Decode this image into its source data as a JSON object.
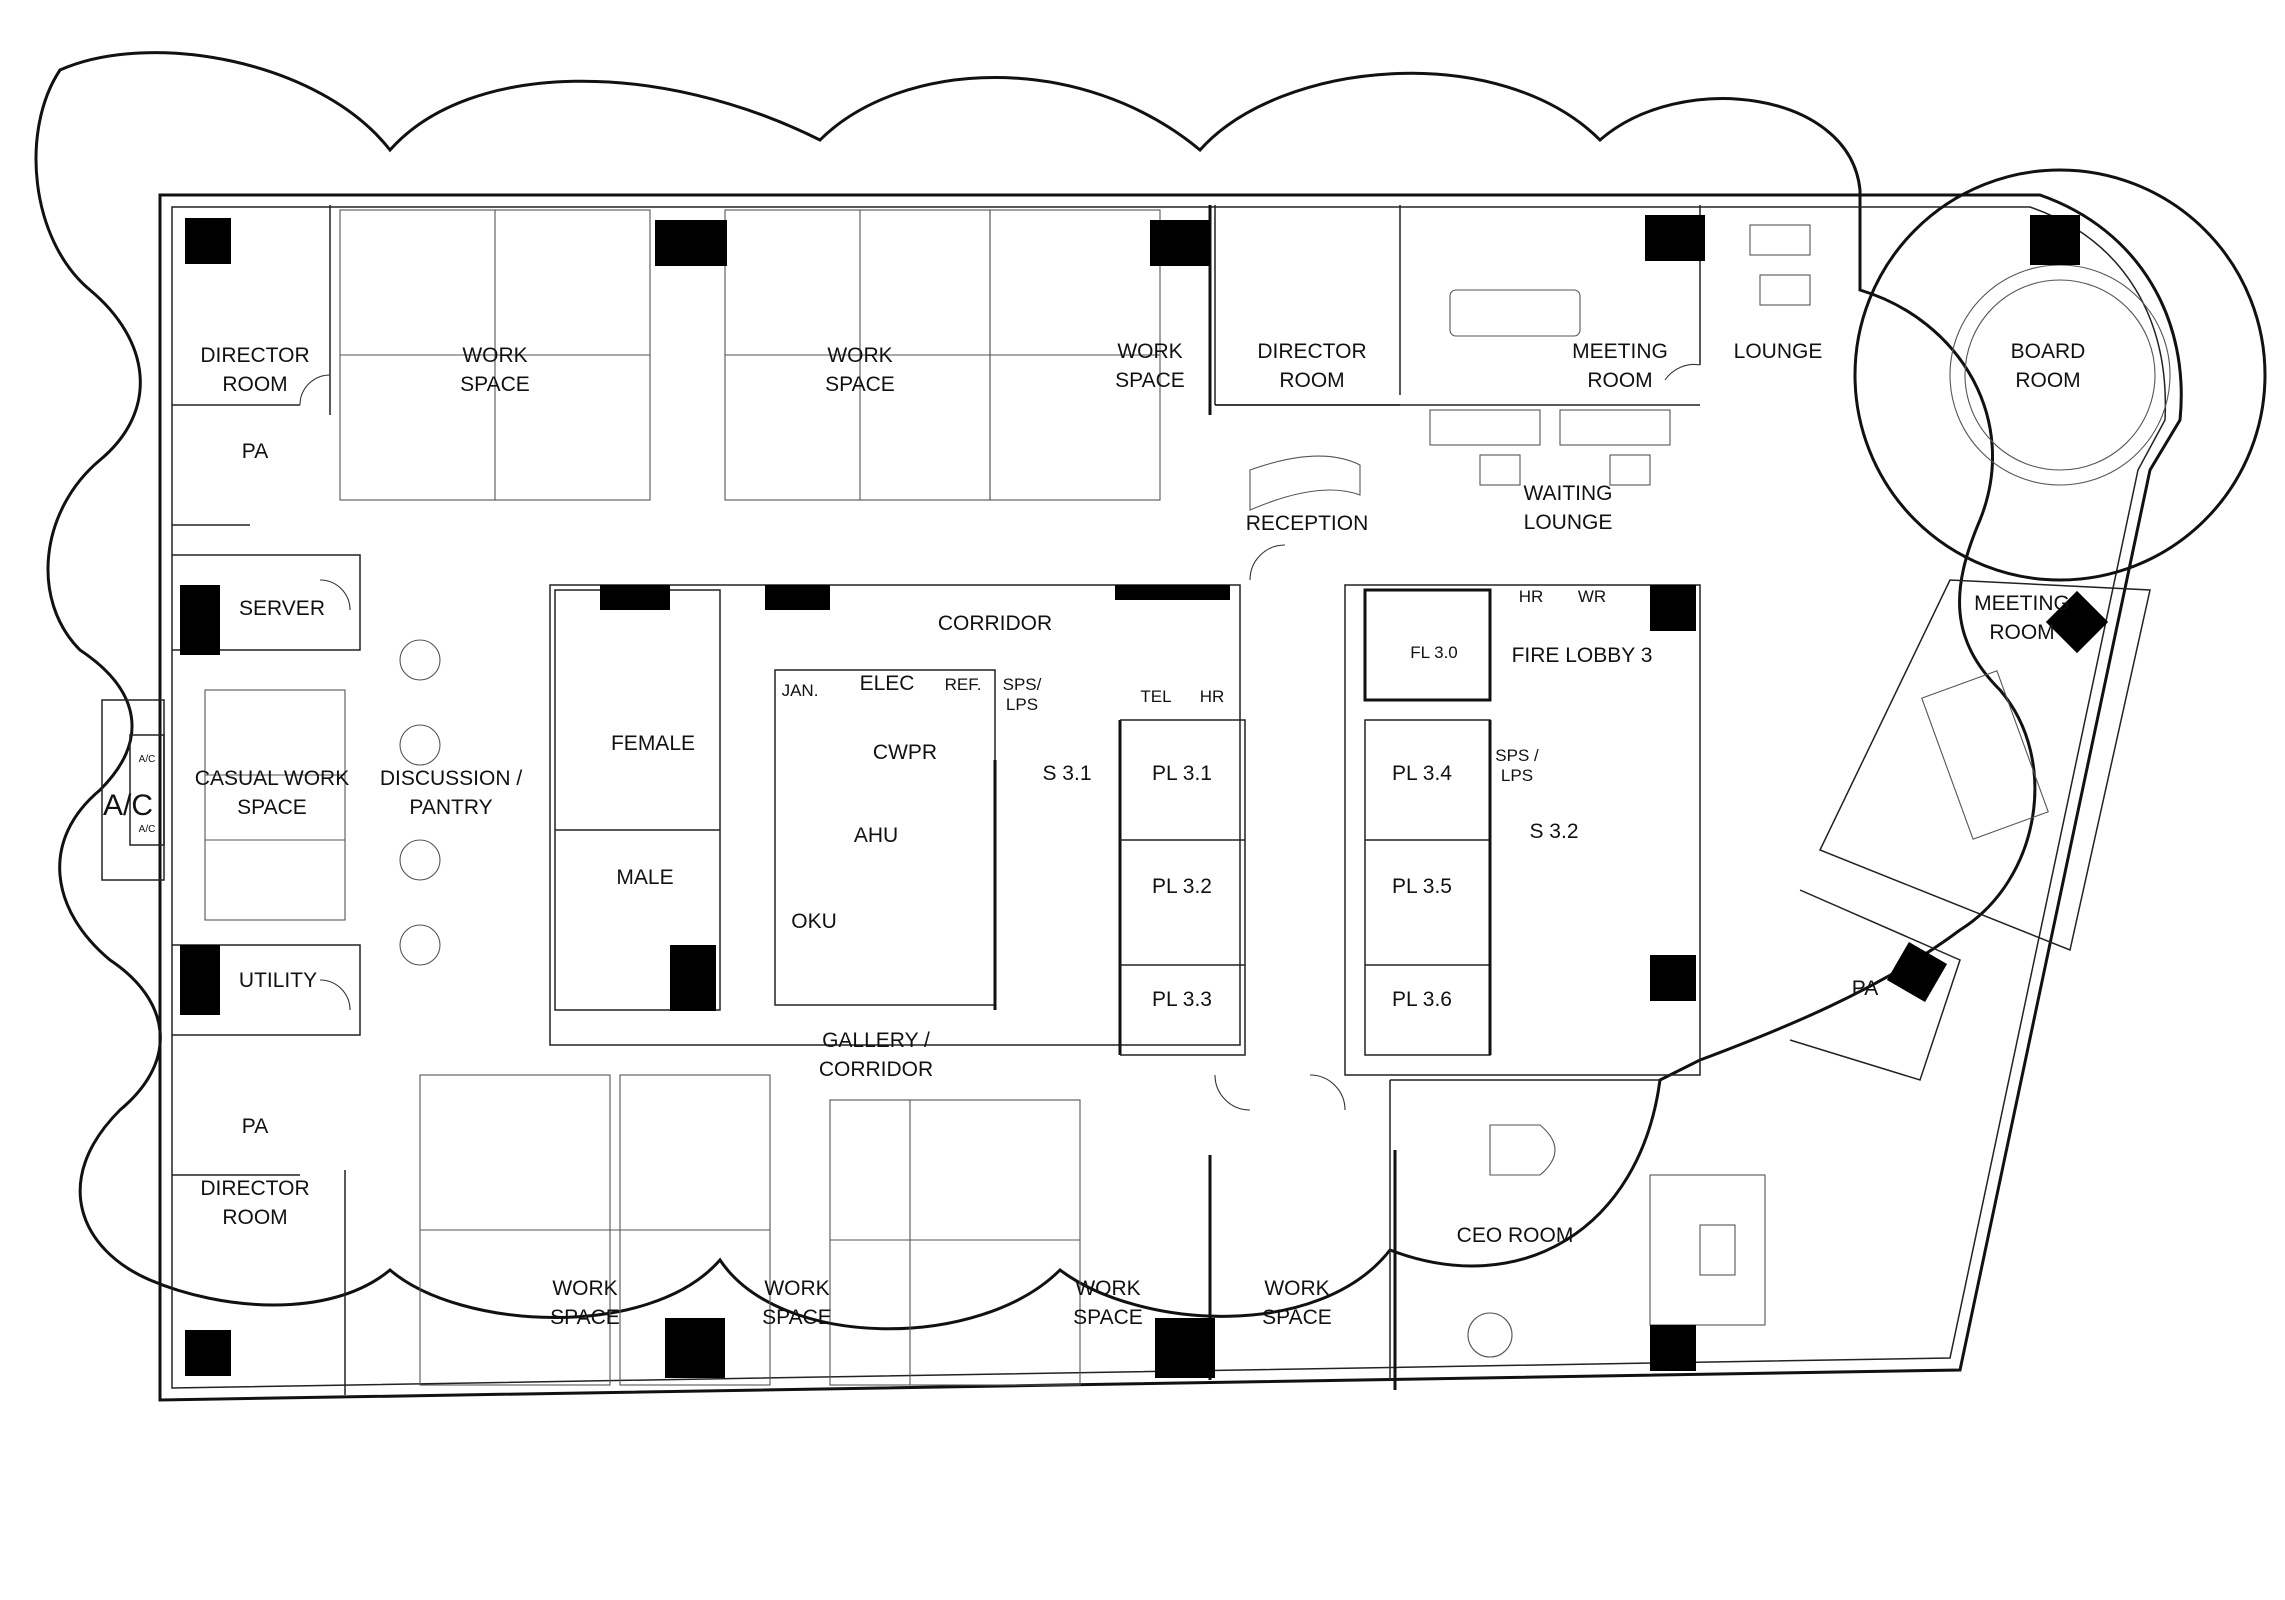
{
  "rooms": [
    {
      "id": "director-room-nw",
      "lines": [
        "DIRECTOR",
        "ROOM"
      ]
    },
    {
      "id": "work-space-nw",
      "lines": [
        "WORK",
        "SPACE"
      ]
    },
    {
      "id": "work-space-nc",
      "lines": [
        "WORK",
        "SPACE"
      ]
    },
    {
      "id": "work-space-ne",
      "lines": [
        "WORK",
        "SPACE"
      ]
    },
    {
      "id": "director-room-ne",
      "lines": [
        "DIRECTOR",
        "ROOM"
      ]
    },
    {
      "id": "meeting-room-n",
      "lines": [
        "MEETING",
        "ROOM"
      ]
    },
    {
      "id": "lounge",
      "lines": [
        "LOUNGE"
      ]
    },
    {
      "id": "board-room",
      "lines": [
        "BOARD",
        "ROOM"
      ]
    },
    {
      "id": "pa-nw",
      "lines": [
        "PA"
      ]
    },
    {
      "id": "reception",
      "lines": [
        "RECEPTION"
      ]
    },
    {
      "id": "waiting-lounge",
      "lines": [
        "WAITING",
        "LOUNGE"
      ]
    },
    {
      "id": "server",
      "lines": [
        "SERVER"
      ]
    },
    {
      "id": "corridor",
      "lines": [
        "CORRIDOR"
      ]
    },
    {
      "id": "hr-n",
      "lines": [
        "HR"
      ]
    },
    {
      "id": "wr",
      "lines": [
        "WR"
      ]
    },
    {
      "id": "meeting-room-e",
      "lines": [
        "MEETING",
        "ROOM"
      ]
    },
    {
      "id": "fl-3-0",
      "lines": [
        "FL 3.0"
      ]
    },
    {
      "id": "fire-lobby-3",
      "lines": [
        "FIRE LOBBY 3"
      ]
    },
    {
      "id": "jan",
      "lines": [
        "JAN."
      ]
    },
    {
      "id": "elec",
      "lines": [
        "ELEC"
      ]
    },
    {
      "id": "ref",
      "lines": [
        "REF."
      ]
    },
    {
      "id": "sps-lps-w",
      "lines": [
        "SPS/",
        "LPS"
      ]
    },
    {
      "id": "tel",
      "lines": [
        "TEL"
      ]
    },
    {
      "id": "hr-c",
      "lines": [
        "HR"
      ]
    },
    {
      "id": "female",
      "lines": [
        "FEMALE"
      ]
    },
    {
      "id": "cwpr",
      "lines": [
        "CWPR"
      ]
    },
    {
      "id": "s-3-1",
      "lines": [
        "S 3.1"
      ]
    },
    {
      "id": "pl-3-1",
      "lines": [
        "PL 3.1"
      ]
    },
    {
      "id": "pl-3-4",
      "lines": [
        "PL 3.4"
      ]
    },
    {
      "id": "sps-lps-e",
      "lines": [
        "SPS /",
        "LPS"
      ]
    },
    {
      "id": "casual-work-space",
      "lines": [
        "CASUAL WORK",
        "SPACE"
      ]
    },
    {
      "id": "discussion-pantry",
      "lines": [
        "DISCUSSION /",
        "PANTRY"
      ]
    },
    {
      "id": "s-3-2",
      "lines": [
        "S 3.2"
      ]
    },
    {
      "id": "ahu",
      "lines": [
        "AHU"
      ]
    },
    {
      "id": "male",
      "lines": [
        "MALE"
      ]
    },
    {
      "id": "pl-3-2",
      "lines": [
        "PL 3.2"
      ]
    },
    {
      "id": "pl-3-5",
      "lines": [
        "PL 3.5"
      ]
    },
    {
      "id": "oku",
      "lines": [
        "OKU"
      ]
    },
    {
      "id": "utility",
      "lines": [
        "UTILITY"
      ]
    },
    {
      "id": "pa-e",
      "lines": [
        "PA"
      ]
    },
    {
      "id": "pl-3-3",
      "lines": [
        "PL 3.3"
      ]
    },
    {
      "id": "pl-3-6",
      "lines": [
        "PL 3.6"
      ]
    },
    {
      "id": "gallery-corridor",
      "lines": [
        "GALLERY /",
        "CORRIDOR"
      ]
    },
    {
      "id": "pa-sw",
      "lines": [
        "PA"
      ]
    },
    {
      "id": "director-room-sw",
      "lines": [
        "DIRECTOR",
        "ROOM"
      ]
    },
    {
      "id": "ceo-room",
      "lines": [
        "CEO ROOM"
      ]
    },
    {
      "id": "work-space-sw",
      "lines": [
        "WORK",
        "SPACE"
      ]
    },
    {
      "id": "work-space-sc",
      "lines": [
        "WORK",
        "SPACE"
      ]
    },
    {
      "id": "work-space-se",
      "lines": [
        "WORK",
        "SPACE"
      ]
    },
    {
      "id": "work-space-s",
      "lines": [
        "WORK",
        "SPACE"
      ]
    }
  ],
  "ac_unit": {
    "label": "A/C",
    "tag_top": "A/C",
    "tag_bottom": "A/C"
  }
}
